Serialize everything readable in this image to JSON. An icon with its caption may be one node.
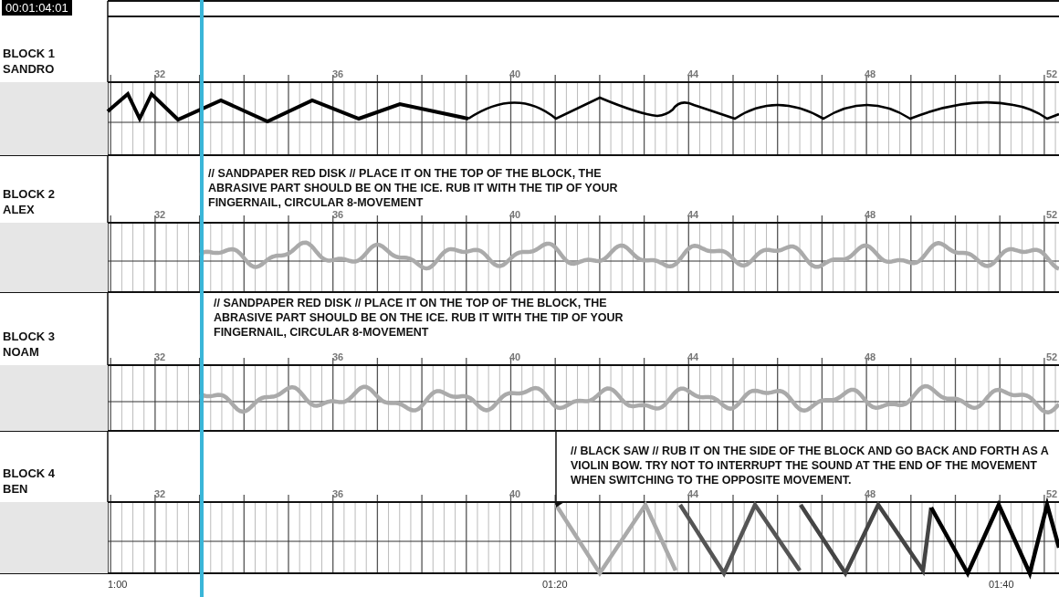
{
  "diagram": {
    "labels": [
      "00:01:04:01",
      "BLOCK 1 SANDRO",
      "32",
      "36",
      "40",
      "44",
      "48",
      "52",
      "BLOCK 2 ALEX",
      "// SANDPAPER RED DISK // PLACE IT ON THE TOP OF THE BLOCK, THE ABRASIVE PART SHOULD BE ON THE ICE. RUB IT WITH THE TIP OF YOUR FINGERNAIL, CIRCULAR 8-MOVEMENT",
      "32",
      "36",
      "40",
      "44",
      "48",
      "52",
      "BLOCK 3 NOAM",
      "// SANDPAPER RED DISK // PLACE IT ON THE TOP OF THE BLOCK, THE ABRASIVE PART SHOULD BE ON THE ICE. RUB IT WITH THE TIP OF YOUR FINGERNAIL, CIRCULAR 8-MOVEMENT",
      "32",
      "36",
      "40",
      "44",
      "48",
      "52",
      "BLOCK 4 BEN",
      "// BLACK SAW // RUB IT ON THE SIDE OF THE BLOCK AND GO BACK AND FORTH AS A VIOLIN BOW. TRY NOT TO INTERRUPT THE SOUND AT THE END OF THE MOVEMENT WHEN SWITCHING TO THE OPPOSITE MOVEMENT.",
      "32",
      "36",
      "40",
      "44",
      "48",
      "52",
      "1:00",
      "01:20",
      "01:40"
    ]
  }
}
